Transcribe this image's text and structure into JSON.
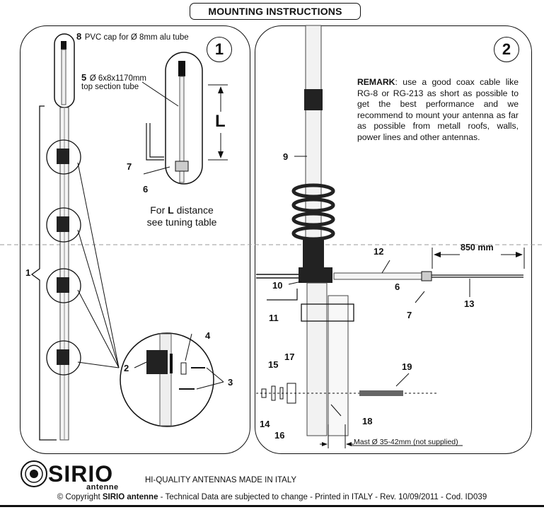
{
  "title": "MOUNTING INSTRUCTIONS",
  "step1": {
    "number": "1",
    "part8_num": "8",
    "part8_text": "PVC cap for Ø 8mm alu tube",
    "part5_num": "5",
    "part5_text": "Ø 6x8x1170mm",
    "part5_text2": "top section tube",
    "dimension_L": "L",
    "tuning_prefix": "For ",
    "tuning_L": "L",
    "tuning_suffix": " distance",
    "tuning_line2": "see tuning table",
    "callouts": {
      "n1": "1",
      "n2": "2",
      "n3": "3",
      "n4": "4",
      "n6": "6",
      "n7": "7"
    }
  },
  "step2": {
    "number": "2",
    "remark_label": "REMARK",
    "remark_text": ": use a good coax cable like RG-8 or RG-213 as short as possible to get the best performance and we recommend to mount your antenna as far as possible from metall roofs, walls, power lines and other antennas.",
    "dimension_850": "850 mm",
    "mast_note": "Mast Ø 35-42mm (not supplied)",
    "callouts": {
      "n6": "6",
      "n7": "7",
      "n9": "9",
      "n10": "10",
      "n11": "11",
      "n12": "12",
      "n13": "13",
      "n14": "14",
      "n15": "15",
      "n16": "16",
      "n17": "17",
      "n18": "18",
      "n19": "19"
    }
  },
  "footer": {
    "brand": "SIRIO",
    "brand_sub": "antenne",
    "tagline": "HI-QUALITY ANTENNAS MADE IN ITALY",
    "copyright_prefix": "© Copyright ",
    "copyright_brand": "SIRIO antenne",
    "copyright_rest": " - Technical Data are subjected to change - Printed in ITALY - Rev. 10/09/2011 - Cod. ID039"
  }
}
